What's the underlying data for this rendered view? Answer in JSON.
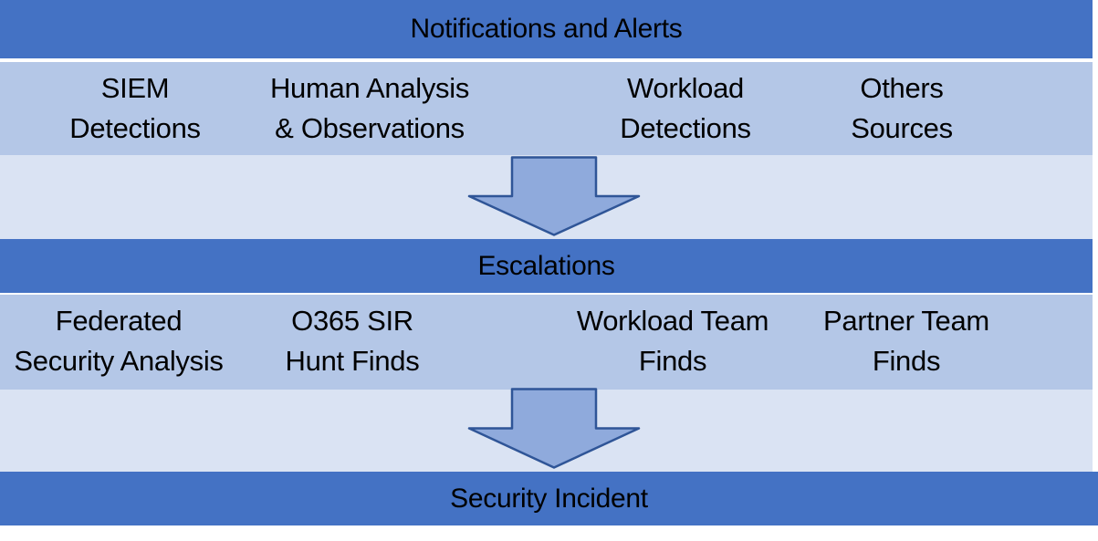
{
  "diagram": {
    "colors": {
      "header_bg": "#4472c4",
      "row_bg": "#b4c7e7",
      "band_bg": "#dae3f3",
      "arrow_fill": "#8faadc",
      "arrow_stroke": "#2f5597",
      "text": "#000000"
    },
    "sections": {
      "notifications": {
        "title": "Notifications and Alerts",
        "sources": [
          {
            "label": "SIEM\nDetections"
          },
          {
            "label": "Human Analysis\n& Observations"
          },
          {
            "label": "Workload\nDetections"
          },
          {
            "label": "Others Sources"
          }
        ]
      },
      "escalations": {
        "title": "Escalations",
        "sources": [
          {
            "label": "Federated\nSecurity Analysis"
          },
          {
            "label": "O365 SIR\nHunt Finds"
          },
          {
            "label": "Workload Team\nFinds"
          },
          {
            "label": "Partner Team\nFinds"
          }
        ]
      },
      "incident": {
        "title": "Security Incident"
      }
    }
  }
}
